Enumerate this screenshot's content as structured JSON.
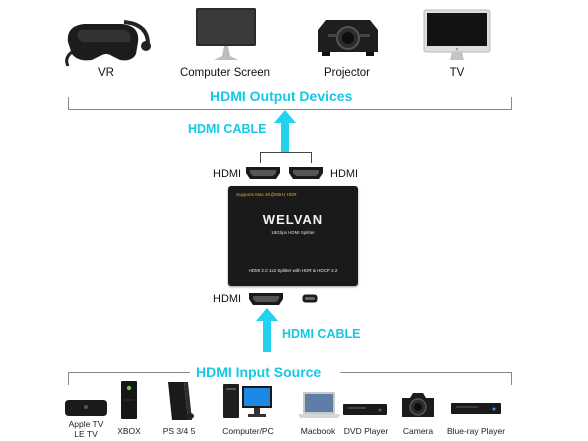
{
  "outputs": {
    "title": "HDMI Output Devices",
    "devices": [
      {
        "label": "VR",
        "icon": "vr-headset-icon"
      },
      {
        "label": "Computer Screen",
        "icon": "monitor-icon"
      },
      {
        "label": "Projector",
        "icon": "projector-icon"
      },
      {
        "label": "TV",
        "icon": "tv-icon"
      }
    ]
  },
  "top_cable_label": "HDMI CABLE",
  "splitter": {
    "output_port_left": "HDMI",
    "output_port_right": "HDMI",
    "input_port": "HDMI",
    "tagline": "Supports Max 4K@60Hz HDR",
    "brand": "WELVAN",
    "model": "18Gbps HDMI Splitter",
    "spec": "HDMI 2.0 1x2 Splitter with HDR & HDCP 2.2"
  },
  "bottom_cable_label": "HDMI CABLE",
  "inputs": {
    "title": "HDMI Input Source",
    "devices": [
      {
        "label": "Apple TV",
        "label2": "LE TV",
        "icon": "apple-tv-icon"
      },
      {
        "label": "XBOX",
        "icon": "xbox-icon"
      },
      {
        "label": "PS 3/4 5",
        "icon": "playstation-icon"
      },
      {
        "label": "Computer/PC",
        "icon": "desktop-pc-icon"
      },
      {
        "label": "Macbook",
        "icon": "laptop-icon"
      },
      {
        "label": "DVD Player",
        "icon": "dvd-player-icon"
      },
      {
        "label": "Camera",
        "icon": "camera-icon"
      },
      {
        "label": "Blue-ray Player",
        "icon": "bluray-player-icon"
      }
    ]
  },
  "colors": {
    "accent": "#14c8e6",
    "arrow": "#22d3ef",
    "device_dark": "#1a1a1a"
  }
}
